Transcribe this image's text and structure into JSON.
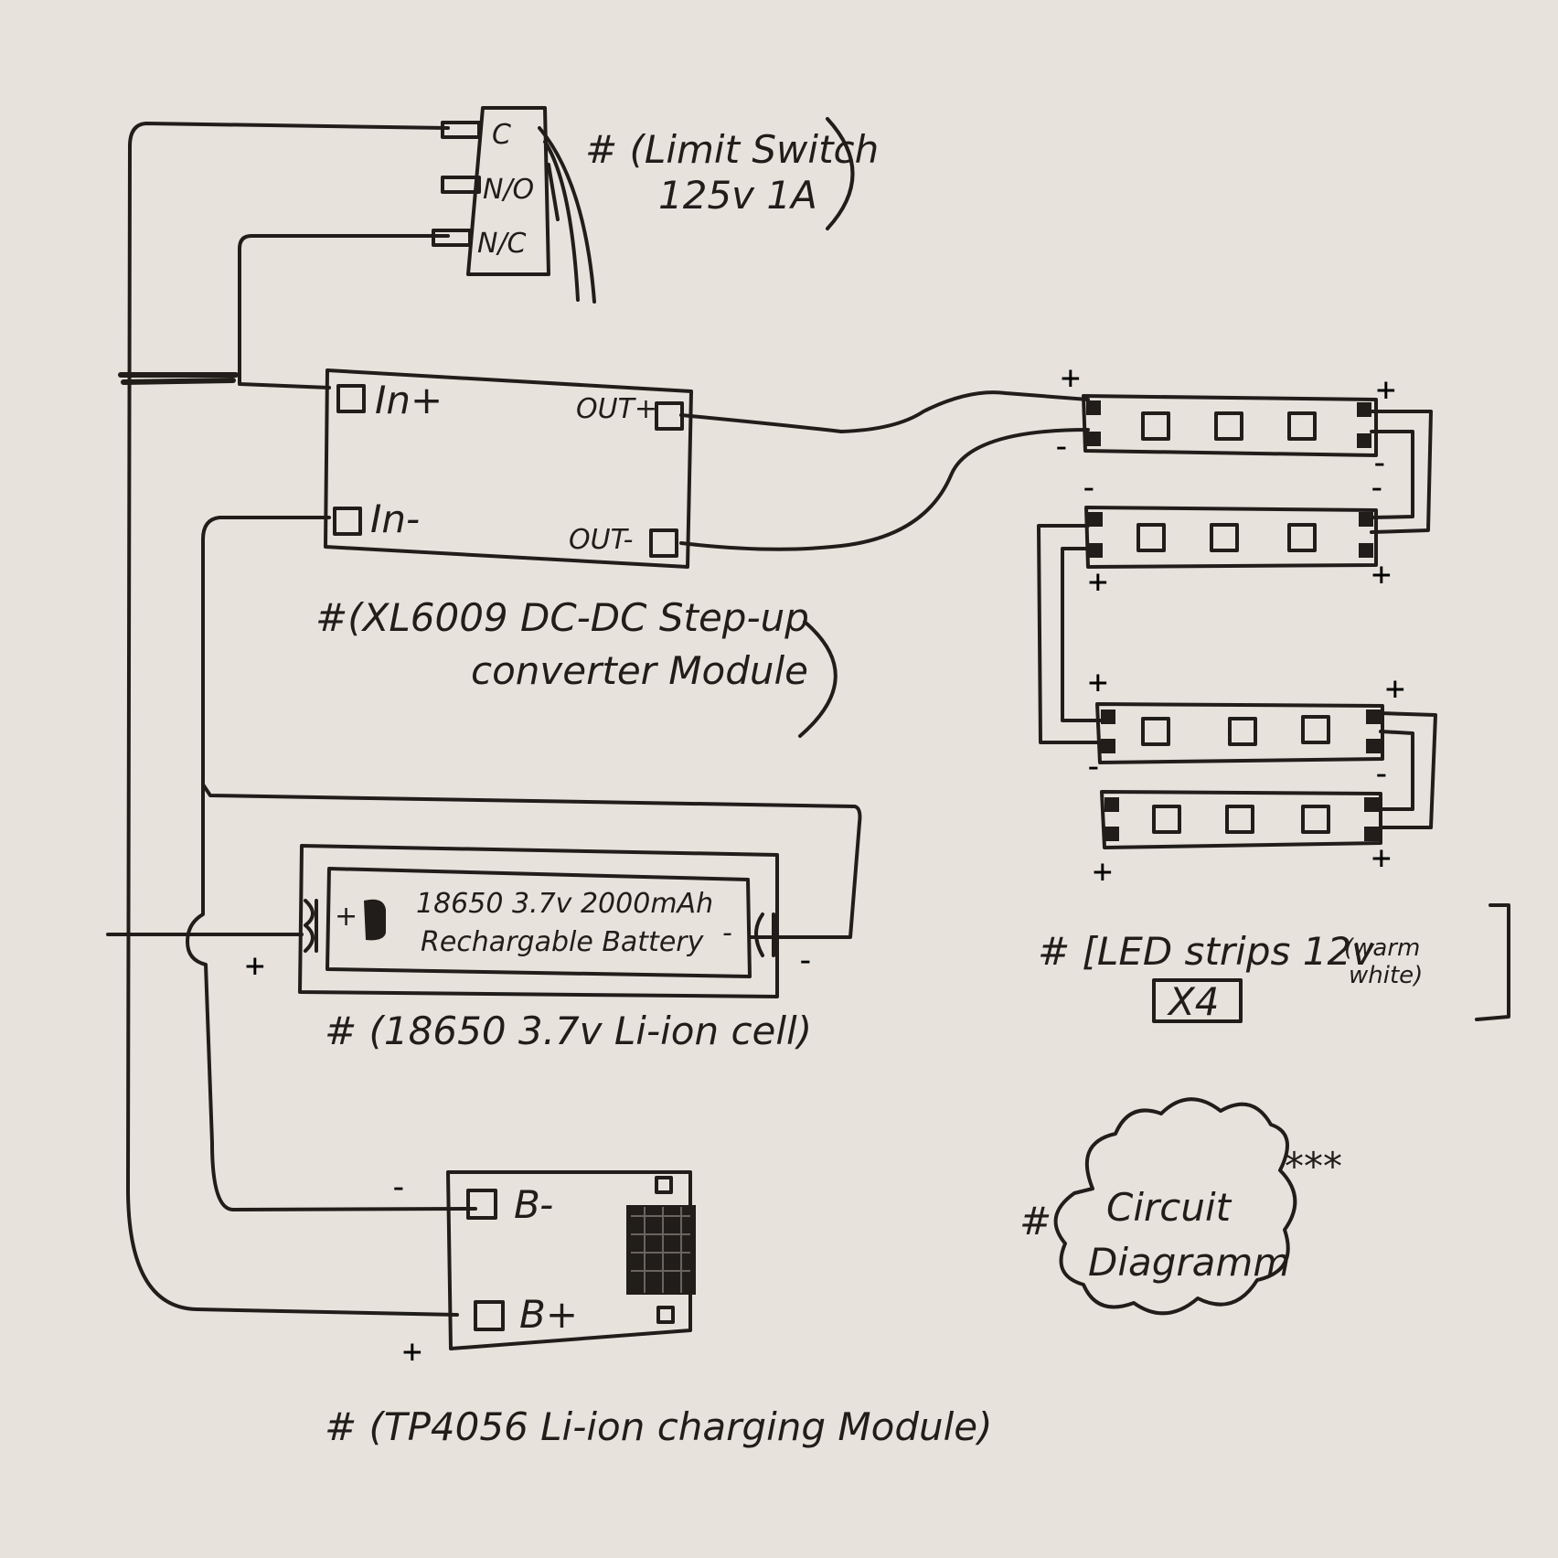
{
  "limit_switch": {
    "terminals": [
      "C",
      "N/O",
      "N/C"
    ],
    "label_line1": "# (Limit Switch",
    "label_line2": "125v   1A"
  },
  "converter": {
    "in_plus": "In+",
    "in_minus": "In-",
    "out_plus": "OUT+",
    "out_minus": "OUT-",
    "label_line1": "#(XL6009 DC-DC Step-up",
    "label_line2": "converter Module"
  },
  "battery": {
    "text_line1": "18650 3.7v 2000mAh",
    "text_line2": "Rechargable Battery",
    "plus": "+",
    "minus": "-",
    "label": "# (18650  3.7v  Li-ion cell)"
  },
  "charger": {
    "b_minus": "B-",
    "b_plus": "B+",
    "label": "# (TP4056 Li-ion charging Module)"
  },
  "leds": {
    "label_main": "# [LED strips 12v",
    "label_warm": "(warm",
    "label_white": "white)",
    "label_count": "X4"
  },
  "title": {
    "hash": "#",
    "line1": "Circuit",
    "line2": "Diagramm",
    "stars": "***"
  },
  "signs": {
    "plus": "+",
    "minus": "-"
  }
}
